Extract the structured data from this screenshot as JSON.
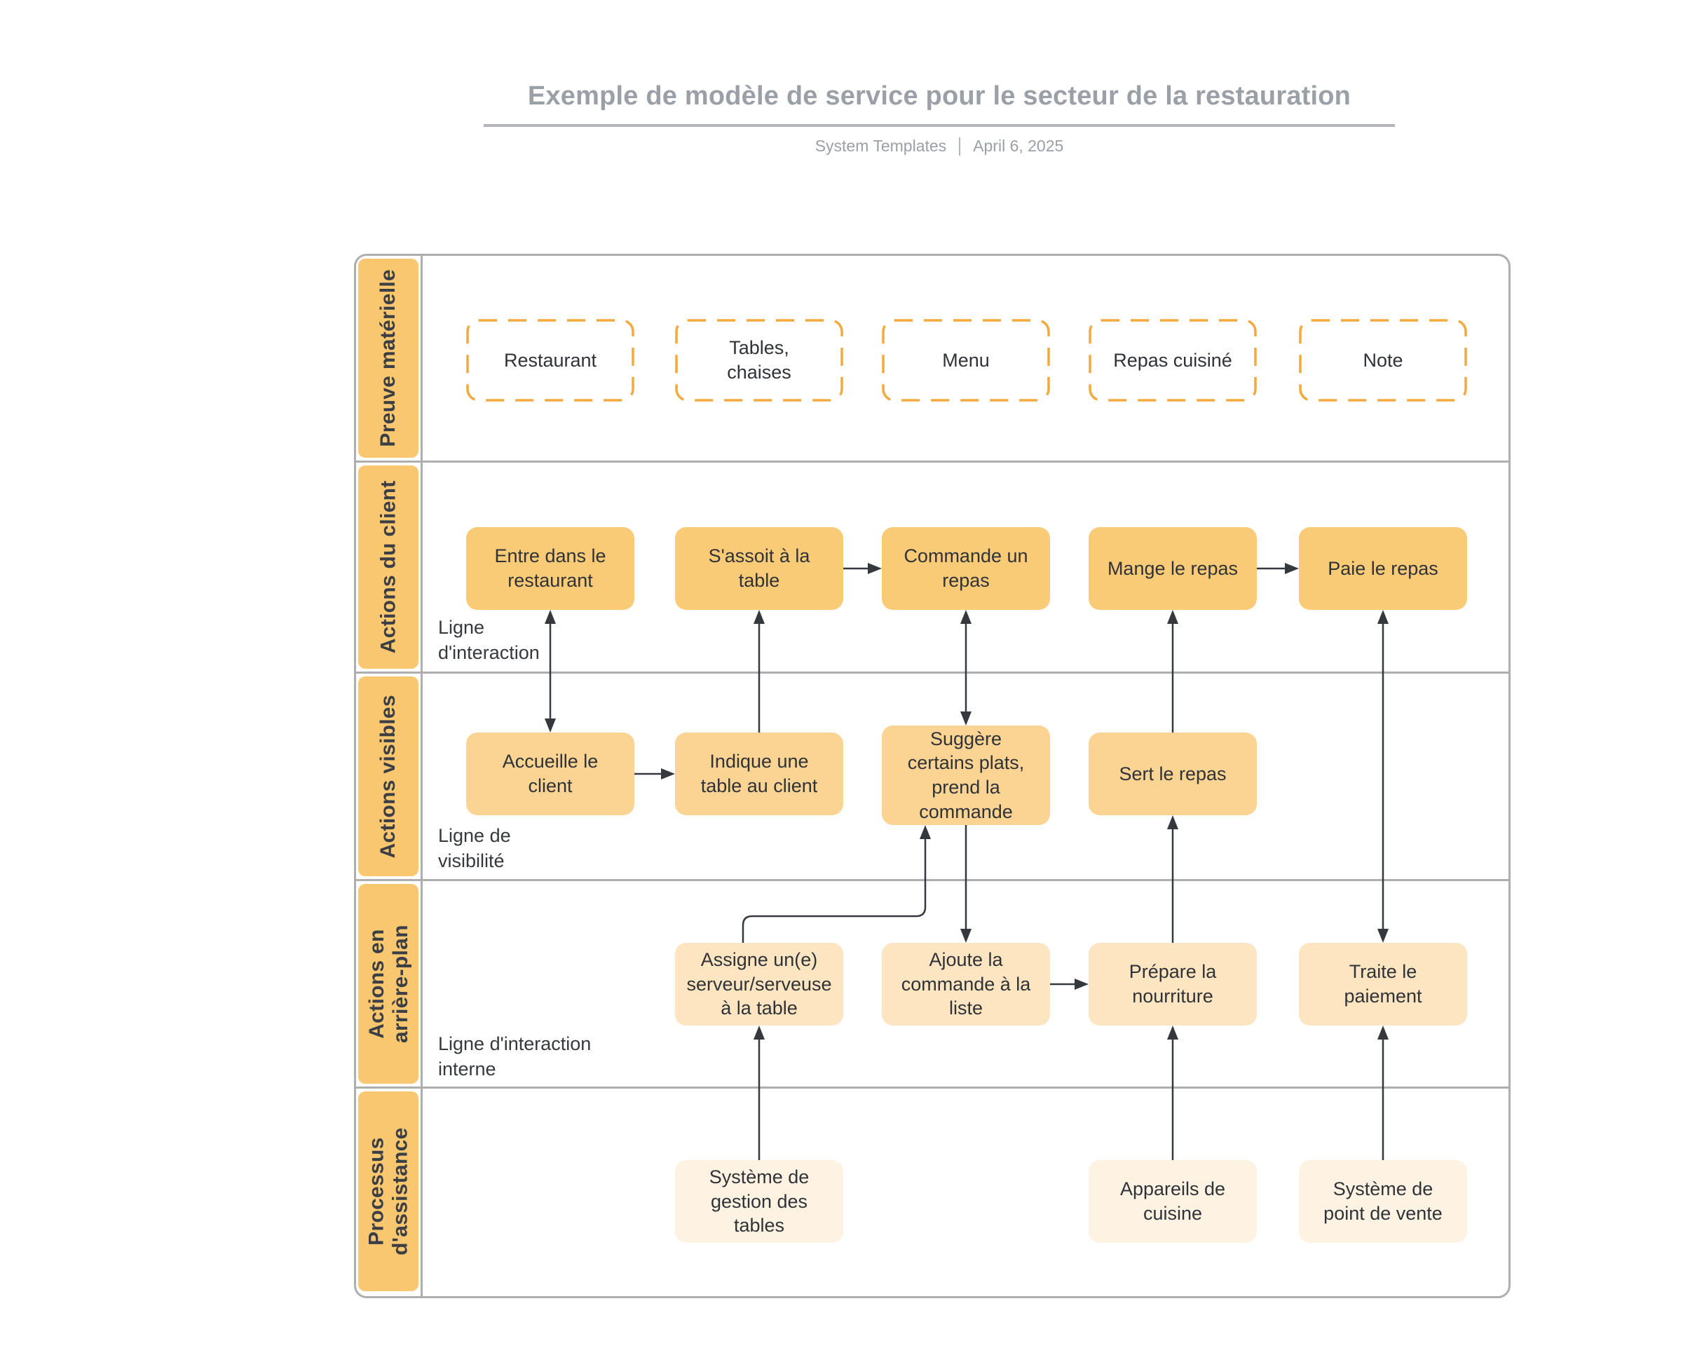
{
  "title": "Exemple de modèle de service pour le secteur de la restauration",
  "subtitle": {
    "source": "System Templates",
    "date": "April 6, 2025"
  },
  "colors": {
    "title_gray": "#9BA0A7",
    "underline_gray": "#B2B5BB",
    "border_gray": "#AEAEAE",
    "lane_header_fill": "#F9C76F",
    "lane_header_text": "#3B3E45",
    "dashed_border": "#F3A93C",
    "dashed_fill": "#FFFFFF",
    "node_text": "#2F3237",
    "connector": "#35383D",
    "fill_customer": "#FACB77",
    "fill_visible": "#FBD494",
    "fill_backstage": "#FDE5C1",
    "fill_support": "#FEF3E3"
  },
  "lanes": [
    {
      "id": "evidence",
      "label": "Preuve matérielle"
    },
    {
      "id": "customer",
      "label": "Actions du client"
    },
    {
      "id": "onstage",
      "label": "Actions visibles"
    },
    {
      "id": "backstage",
      "label": "Actions en\narrière-plan"
    },
    {
      "id": "support",
      "label": "Processus\nd'assistance"
    }
  ],
  "line_labels": [
    {
      "id": "interaction",
      "text": "Ligne\nd'interaction"
    },
    {
      "id": "visibility",
      "text": "Ligne de\nvisibilité"
    },
    {
      "id": "internal",
      "text": "Ligne d'interaction\ninterne"
    }
  ],
  "nodes": [
    {
      "id": "restaurant",
      "lane": 0,
      "col": 0,
      "label": "Restaurant"
    },
    {
      "id": "tables",
      "lane": 0,
      "col": 1,
      "label": "Tables,\nchaises"
    },
    {
      "id": "menu",
      "lane": 0,
      "col": 2,
      "label": "Menu"
    },
    {
      "id": "repas_cuisine",
      "lane": 0,
      "col": 3,
      "label": "Repas cuisiné"
    },
    {
      "id": "note",
      "lane": 0,
      "col": 4,
      "label": "Note"
    },
    {
      "id": "entre",
      "lane": 1,
      "col": 0,
      "label": "Entre dans le\nrestaurant"
    },
    {
      "id": "sassoit",
      "lane": 1,
      "col": 1,
      "label": "S'assoit à la\ntable"
    },
    {
      "id": "commande",
      "lane": 1,
      "col": 2,
      "label": "Commande un\nrepas"
    },
    {
      "id": "mange",
      "lane": 1,
      "col": 3,
      "label": "Mange le repas"
    },
    {
      "id": "paie",
      "lane": 1,
      "col": 4,
      "label": "Paie le repas"
    },
    {
      "id": "accueille",
      "lane": 2,
      "col": 0,
      "label": "Accueille le\nclient"
    },
    {
      "id": "indique",
      "lane": 2,
      "col": 1,
      "label": "Indique une\ntable au client"
    },
    {
      "id": "suggere",
      "lane": 2,
      "col": 2,
      "label": "Suggère\ncertains plats,\nprend la\ncommande"
    },
    {
      "id": "sert",
      "lane": 2,
      "col": 3,
      "label": "Sert le repas"
    },
    {
      "id": "assigne",
      "lane": 3,
      "col": 1,
      "label": "Assigne un(e)\nserveur/serveuse\nà la table"
    },
    {
      "id": "ajoute",
      "lane": 3,
      "col": 2,
      "label": "Ajoute la\ncommande à la\nliste"
    },
    {
      "id": "prepare",
      "lane": 3,
      "col": 3,
      "label": "Prépare la\nnourriture"
    },
    {
      "id": "traite",
      "lane": 3,
      "col": 4,
      "label": "Traite le\npaiement"
    },
    {
      "id": "sys_tables",
      "lane": 4,
      "col": 1,
      "label": "Système de\ngestion des\ntables"
    },
    {
      "id": "appareils",
      "lane": 4,
      "col": 3,
      "label": "Appareils de\ncuisine"
    },
    {
      "id": "sys_pdv",
      "lane": 4,
      "col": 4,
      "label": "Système de\npoint de vente"
    }
  ],
  "connectors": [
    {
      "from": "entre",
      "to": "accueille",
      "type": "v",
      "arrows": "both"
    },
    {
      "from": "accueille",
      "to": "indique",
      "type": "h",
      "arrows": "to"
    },
    {
      "from": "indique",
      "to": "sassoit",
      "type": "v",
      "arrows": "to"
    },
    {
      "from": "sassoit",
      "to": "commande",
      "type": "h",
      "arrows": "to"
    },
    {
      "from": "commande",
      "to": "suggere",
      "type": "v",
      "arrows": "both"
    },
    {
      "from": "suggere",
      "to": "ajoute",
      "type": "v",
      "arrows": "to"
    },
    {
      "from": "assigne",
      "to": "suggere",
      "type": "elbow",
      "arrows": "to"
    },
    {
      "from": "ajoute",
      "to": "prepare",
      "type": "h",
      "arrows": "to"
    },
    {
      "from": "prepare",
      "to": "sert",
      "type": "v",
      "arrows": "to"
    },
    {
      "from": "sert",
      "to": "mange",
      "type": "v",
      "arrows": "to"
    },
    {
      "from": "mange",
      "to": "paie",
      "type": "h",
      "arrows": "to"
    },
    {
      "from": "paie",
      "to": "traite",
      "type": "v",
      "arrows": "both"
    },
    {
      "from": "sys_pdv",
      "to": "traite",
      "type": "v",
      "arrows": "to"
    },
    {
      "from": "appareils",
      "to": "prepare",
      "type": "v",
      "arrows": "to"
    },
    {
      "from": "sys_tables",
      "to": "assigne",
      "type": "v",
      "arrows": "to"
    }
  ]
}
